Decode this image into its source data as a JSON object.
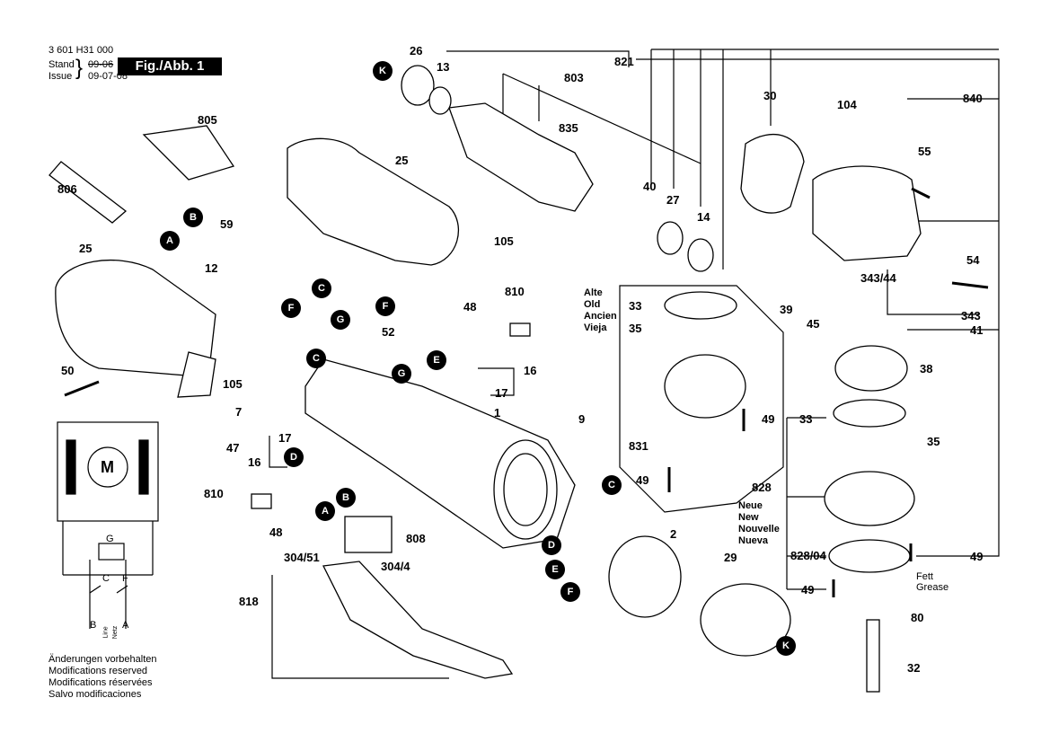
{
  "header": {
    "part_number": "3 601 H31 000",
    "stand_label": "Stand",
    "issue_label": "Issue",
    "stand_date": "09-06",
    "issue_date": "09-07-08",
    "figure": "Fig./Abb. 1"
  },
  "footer": {
    "lines": [
      "Änderungen vorbehalten",
      "Modifications reserved",
      "Modifications réservées",
      "Salvo modificaciones"
    ]
  },
  "legend_old": [
    "Alte",
    "Old",
    "Ancien",
    "Vieja"
  ],
  "legend_new": [
    "Neue",
    "New",
    "Nouvelle",
    "Nueva"
  ],
  "grease": [
    "Fett",
    "Grease"
  ],
  "motor_symbol": "M",
  "schematic": {
    "g": "G",
    "c": "C",
    "f": "F",
    "b": "B",
    "a": "A",
    "line": "Line",
    "netz": "Netz"
  },
  "part_labels": [
    "26",
    "13",
    "803",
    "821",
    "30",
    "840",
    "104",
    "805",
    "835",
    "806",
    "25",
    "40",
    "27",
    "14",
    "55",
    "59",
    "105",
    "12",
    "54",
    "343/44",
    "343",
    "41",
    "39",
    "45",
    "810",
    "33",
    "35",
    "48",
    "52",
    "16",
    "17",
    "9",
    "1",
    "7",
    "47",
    "49",
    "38",
    "831",
    "828",
    "304/51",
    "304/4",
    "808",
    "818",
    "2",
    "29",
    "828/04",
    "80",
    "32",
    "50"
  ],
  "connector_letters": [
    "K",
    "B",
    "A",
    "C",
    "F",
    "G",
    "E",
    "D"
  ]
}
